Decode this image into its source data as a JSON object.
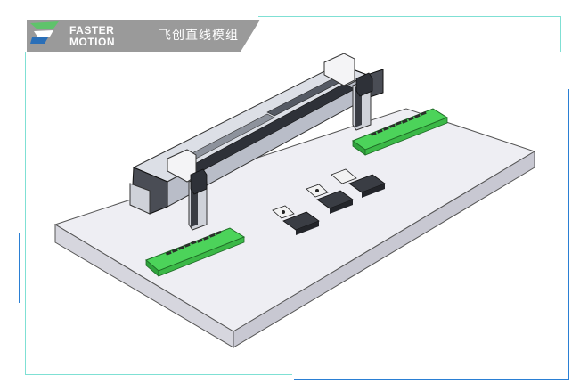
{
  "header": {
    "brand_line1": "FASTER",
    "brand_line2": "MOTION",
    "tagline": "飞创直线模组"
  },
  "colors": {
    "frame_cyan": "#7fe0d4",
    "frame_blue": "#2a7fd4",
    "banner_gray": "#9a9a9a",
    "logo_green": "#5fc36b",
    "logo_blue": "#2a6fb8",
    "pcb_green": "#4cd35a",
    "base_plate": "#e9e9ef",
    "axis_dark": "#3a3d44"
  },
  "icons": [
    "faster-motion-logo-icon"
  ]
}
